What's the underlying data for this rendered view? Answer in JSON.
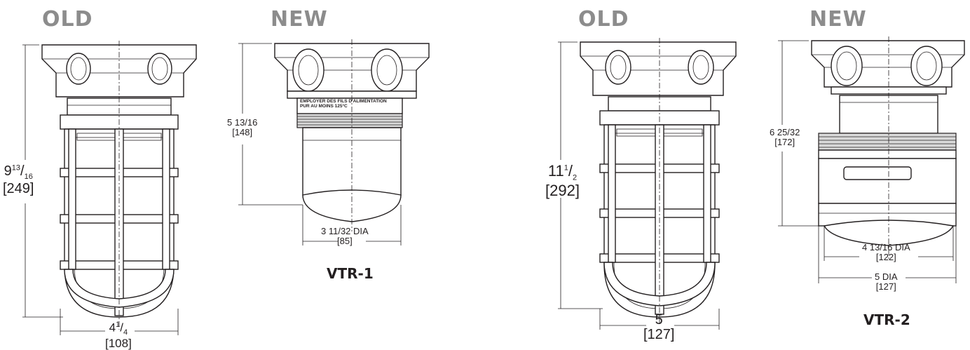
{
  "panels": [
    {
      "header": "OLD",
      "height_imperial": "9",
      "height_imperial_sup": "13",
      "height_imperial_sub": "16",
      "height_metric": "[249]",
      "width_imperial": "4",
      "width_imperial_sup": "1",
      "width_imperial_sub": "4",
      "width_metric": "[108]"
    },
    {
      "header": "NEW",
      "model": "VTR-1",
      "height_imperial": "5 13/16",
      "height_metric": "[148]",
      "dia_imperial": "3 11/32 DIA",
      "dia_metric": "[85]",
      "label_line1": "EMPLOYER DES FILS D'ALIMENTATION",
      "label_line2": "PUR AU MOINS 125°C"
    },
    {
      "header": "OLD",
      "height_imperial": "11",
      "height_imperial_sup": "1",
      "height_imperial_sub": "2",
      "height_metric": "[292]",
      "width_imperial": "5",
      "width_metric": "[127]"
    },
    {
      "header": "NEW",
      "model": "VTR-2",
      "height_imperial": "6 25/32",
      "height_metric": "[172]",
      "dia1_imperial": "4 13/16 DIA",
      "dia1_metric": "[122]",
      "dia2_imperial": "5 DIA",
      "dia2_metric": "[127]"
    }
  ]
}
